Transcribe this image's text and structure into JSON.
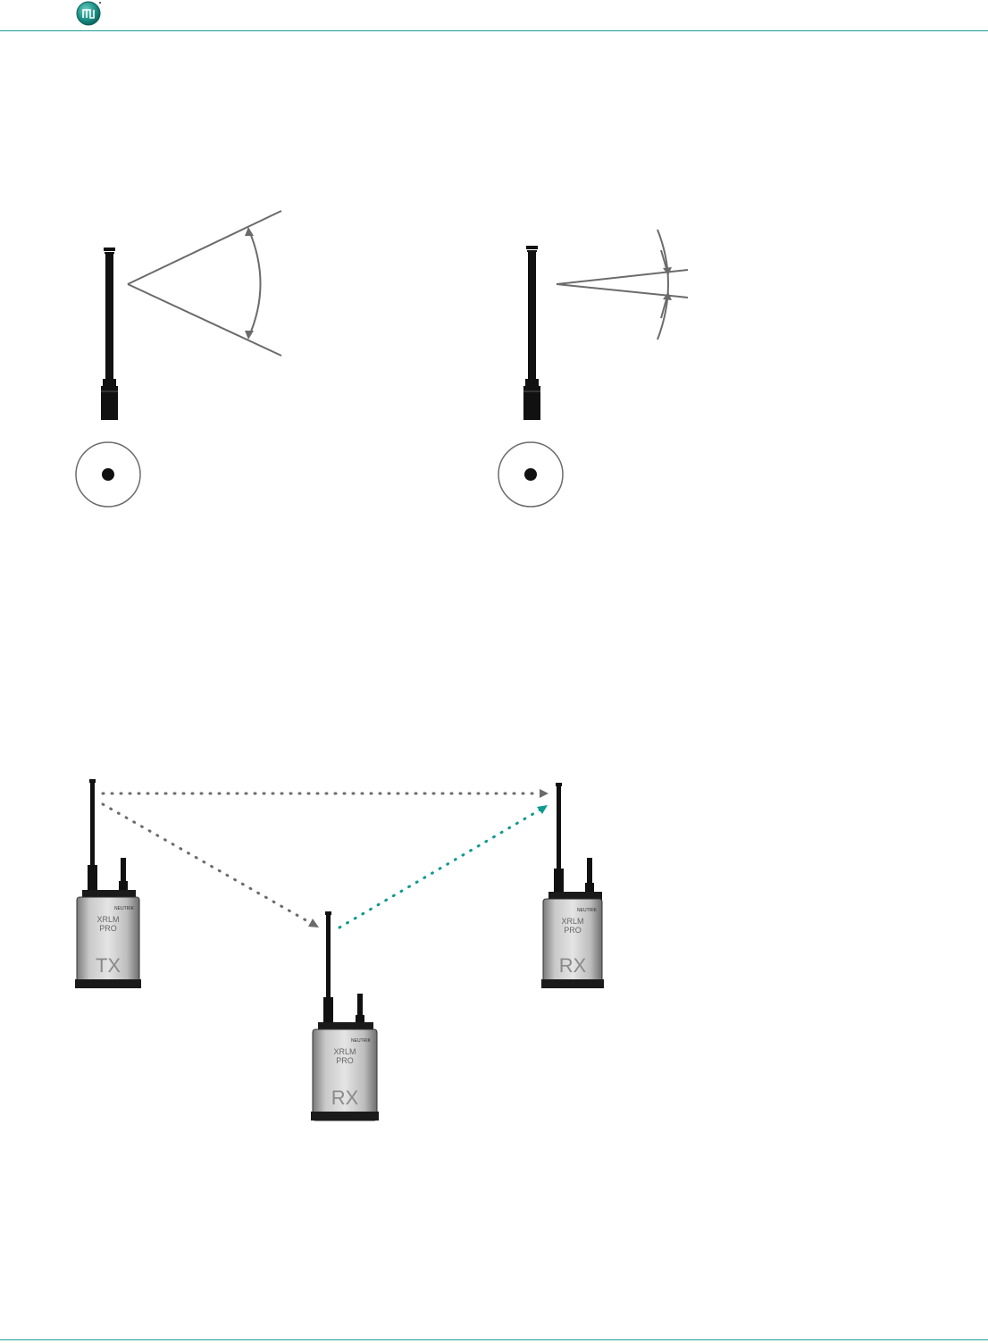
{
  "colors": {
    "accent": "#0e9a8f",
    "rule": "#1f9e9a",
    "line_gray": "#6b6b6b",
    "antenna_black": "#111111",
    "device_silver": "#b8b8b8",
    "device_dark": "#1a1a1a"
  },
  "header": {
    "logo_icon": "neutrik-logo-icon"
  },
  "figure_antenna_patterns": {
    "left_antenna_icon": "omni-antenna-icon",
    "right_antenna_icon": "omni-antenna-icon",
    "left_pattern_icon": "omni-polar-pattern-icon",
    "right_pattern_icon": "omni-polar-pattern-icon"
  },
  "figure_relay": {
    "devices": [
      {
        "brand": "NEUTRIK",
        "model_line1": "XRLM",
        "model_line2": "PRO",
        "role": "TX"
      },
      {
        "brand": "NEUTRIK",
        "model_line1": "XRLM",
        "model_line2": "PRO",
        "role": "RX"
      },
      {
        "brand": "NEUTRIK",
        "model_line1": "XRLM",
        "model_line2": "PRO",
        "role": "RX"
      }
    ],
    "link_colors": {
      "direct": "#6b6b6b",
      "relay": "#0e9a8f"
    }
  }
}
